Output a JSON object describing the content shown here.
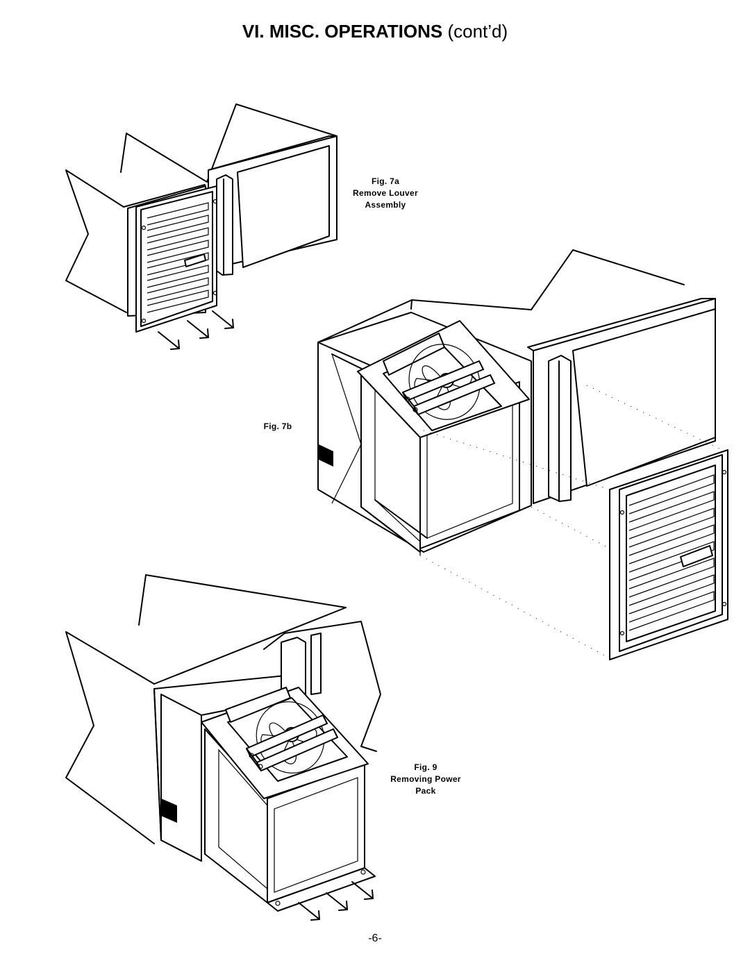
{
  "page": {
    "title_bold": "VI. MISC. OPERATIONS",
    "title_rest": " (cont’d)",
    "page_number": "-6-"
  },
  "figures": [
    {
      "id": "fig-7a",
      "lines": [
        "Fig. 7a",
        "Remove Louver",
        "Assembly"
      ]
    },
    {
      "id": "fig-7b",
      "lines": [
        "Fig. 7b"
      ]
    },
    {
      "id": "fig-9",
      "lines": [
        "Fig. 9",
        "Removing Power",
        "Pack"
      ]
    }
  ]
}
